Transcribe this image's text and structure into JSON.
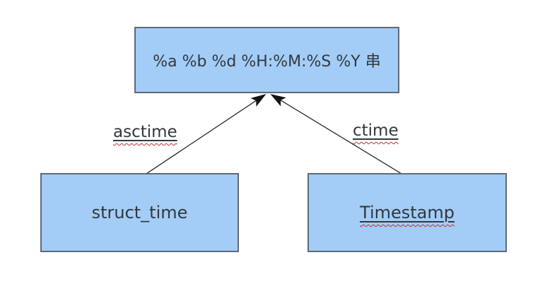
{
  "diagram": {
    "nodes": [
      {
        "id": "format-string",
        "label": "%a %b %d %H:%M:%S %Y 串",
        "underlined": false,
        "spell_squiggle": false
      },
      {
        "id": "struct-time",
        "label": "struct_time",
        "underlined": false,
        "spell_squiggle": false
      },
      {
        "id": "timestamp",
        "label": "Timestamp",
        "underlined": true,
        "spell_squiggle": true
      }
    ],
    "edges": [
      {
        "label": "asctime",
        "from": "struct-time",
        "to": "format-string",
        "underlined": true,
        "spell_squiggle": true
      },
      {
        "label": "ctime",
        "from": "timestamp",
        "to": "format-string",
        "underlined": true,
        "spell_squiggle": true
      }
    ],
    "colors": {
      "background": "#ffffff",
      "node_fill": "#a3cdf7",
      "node_border": "#5f6a76",
      "text": "#32383e",
      "edge": "#141414",
      "squiggle": "#c0302a"
    }
  }
}
